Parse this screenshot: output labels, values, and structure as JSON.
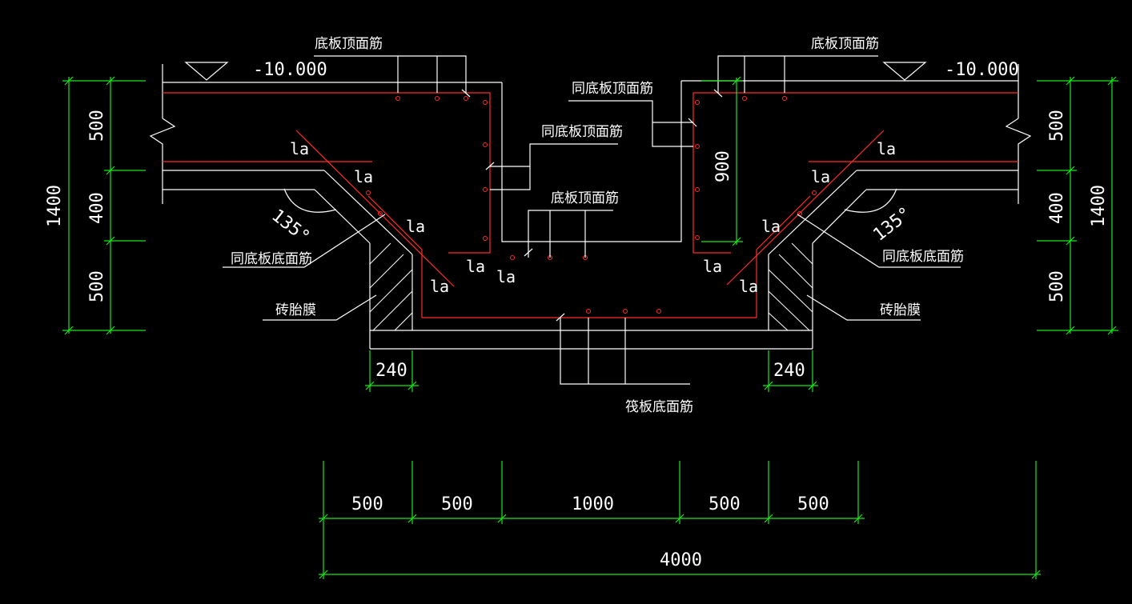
{
  "labels": {
    "floor_top_bar_left": "底板顶面筋",
    "floor_top_bar_right": "底板顶面筋",
    "same_floor_top_bar_1": "同底板顶面筋",
    "same_floor_top_bar_2": "同底板顶面筋",
    "floor_top_bar_pit": "底板顶面筋",
    "same_floor_bottom_bar_left": "同底板底面筋",
    "same_floor_bottom_bar_right": "同底板底面筋",
    "brick_formwork_left": "砖胎膜",
    "brick_formwork_right": "砖胎膜",
    "raft_bottom_bar": "筏板底面筋"
  },
  "elevations": {
    "left": "-10.000",
    "right": "-10.000"
  },
  "anchor_label": "la",
  "angles": {
    "left": "135°",
    "right": "135°"
  },
  "dims": {
    "left": {
      "top": "500",
      "mid": "400",
      "bot": "500",
      "total": "1400"
    },
    "right": {
      "top": "500",
      "mid": "400",
      "bot": "500",
      "total": "1400"
    },
    "pit_depth": "900",
    "wall_left": "240",
    "wall_right": "240",
    "bottom": [
      "500",
      "500",
      "1000",
      "500",
      "500"
    ],
    "bottom_total": "4000"
  },
  "colors": {
    "background": "#000000",
    "lines": "#ffffff",
    "rebar": "#ff2a2a",
    "dimension": "#19e619"
  }
}
